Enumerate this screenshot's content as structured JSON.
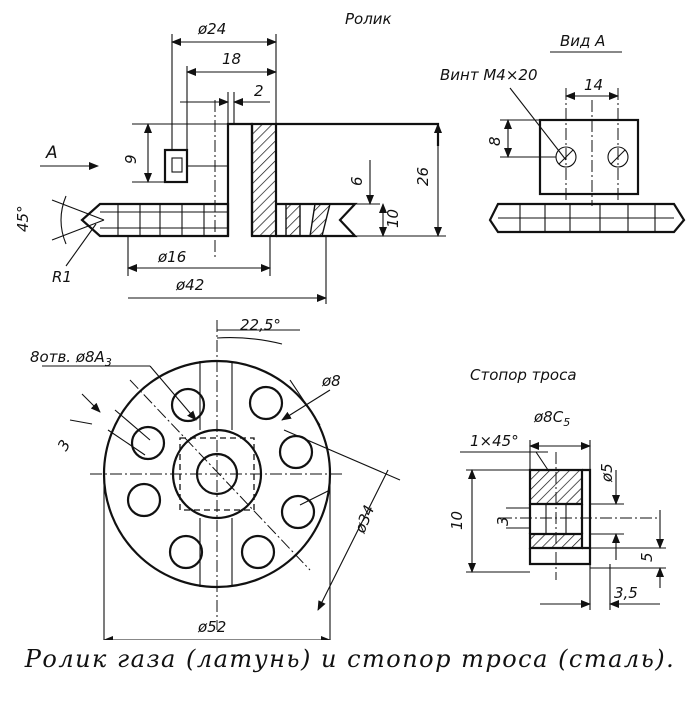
{
  "caption": "Ролик газа (латунь) и стопор троса (сталь).",
  "views": {
    "roller_title": "Ролик",
    "view_a_title": "Вид А",
    "cable_stop_title": "Стопор троса",
    "arrow_label": "А"
  },
  "dims": {
    "d24": "ø24",
    "n18": "18",
    "n2": "2",
    "n9": "9",
    "n26": "26",
    "n6": "6",
    "n10": "10",
    "a45": "45°",
    "r1": "R1",
    "d16": "ø16",
    "d42": "ø42",
    "screw": "Винт М4×20",
    "n14": "14",
    "n8": "8",
    "a22": "22,5°",
    "holes": "8отв. ø8А",
    "holes_sub": "3",
    "d8": "ø8",
    "n3": "3",
    "d34": "ø34",
    "d52": "ø52",
    "d8c": "ø8С",
    "d8c_sub": "5",
    "chamfer": "1×45°",
    "d5": "ø5",
    "s10": "10",
    "s3": "3",
    "s5": "5",
    "s35": "3,5"
  }
}
